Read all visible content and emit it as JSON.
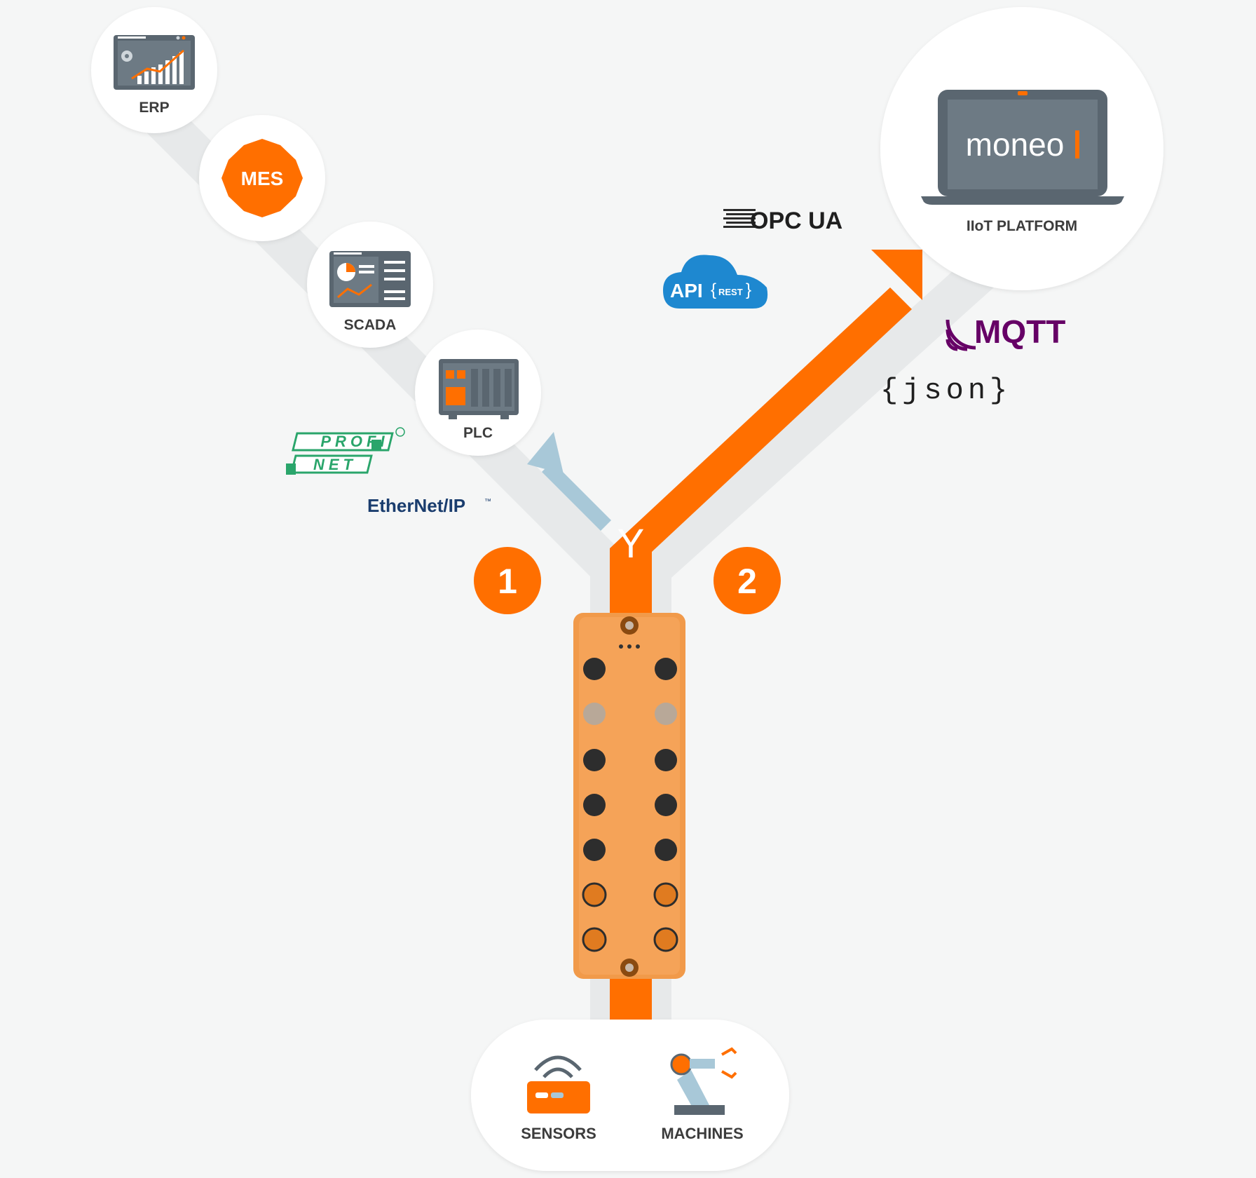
{
  "nodes": {
    "erp": {
      "label": "ERP"
    },
    "mes": {
      "label": "MES"
    },
    "scada": {
      "label": "SCADA"
    },
    "plc": {
      "label": "PLC"
    },
    "iiot": {
      "screen_text": "moneo",
      "label": "IIoT PLATFORM"
    },
    "sensors": {
      "label": "SENSORS"
    },
    "machines": {
      "label": "MACHINES"
    }
  },
  "paths": {
    "path1": {
      "badge": "1"
    },
    "path2": {
      "badge": "2"
    },
    "junction": "Y"
  },
  "protocols": {
    "profinet_top": "PROFI",
    "profinet_bottom": "NET",
    "ethernet_ip": "EtherNet/IP",
    "ethernet_ip_tm": "™",
    "opc_ua": "OPC UA",
    "api": "API",
    "rest": "REST",
    "mqtt": "MQTT",
    "json": "{json}"
  },
  "colors": {
    "orange": "#ff6f00",
    "light_blue": "#a8c8d8",
    "gray_track": "#e7e9ea",
    "dark_icon": "#5a6670",
    "mqtt_purple": "#660066",
    "profinet_green": "#2aa56b",
    "ethernet_blue": "#1a3d6e",
    "api_blue": "#1e88d0"
  }
}
